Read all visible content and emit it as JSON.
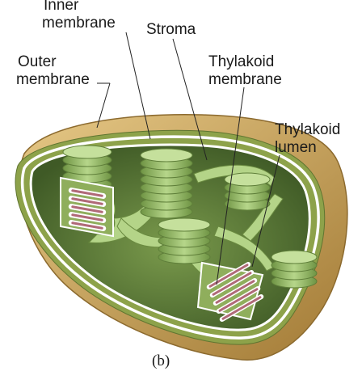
{
  "labels": {
    "inner_membrane": [
      "Inner",
      "membrane"
    ],
    "stroma": "Stroma",
    "outer_membrane": [
      "Outer",
      "membrane"
    ],
    "thylakoid_membrane": [
      "Thylakoid",
      "membrane"
    ],
    "thylakoid_lumen": [
      "Thylakoid",
      "lumen"
    ]
  },
  "caption": "(b)",
  "colors": {
    "outer_envelope": "#d7b66e",
    "outer_envelope_shadow": "#a8823c",
    "outer_rim": "#7a8f3c",
    "membrane_white": "#ffffff",
    "stroma_dark": "#4e6a30",
    "stroma_light": "#8fae5c",
    "thylakoid": "#a6c97a",
    "thylakoid_edge": "#5f7f3a",
    "lumen": "#b06a78"
  }
}
